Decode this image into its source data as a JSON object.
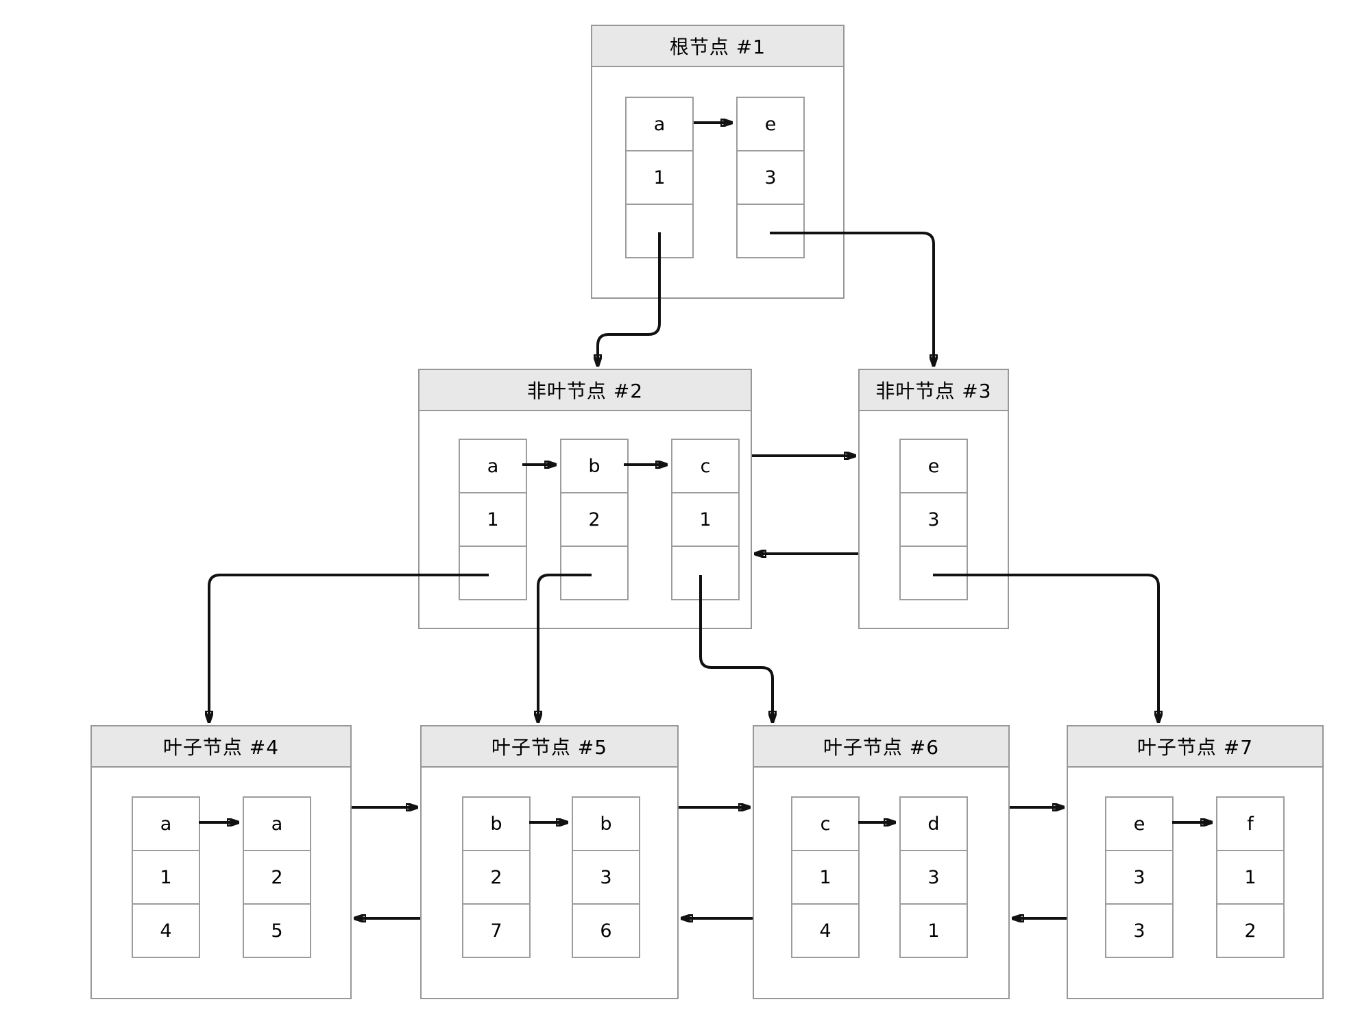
{
  "diagram": {
    "type": "bplus-tree",
    "colors": {
      "title_bar": "#e8e8e8",
      "box_border": "#979797",
      "cell_border": "#9c9c9c",
      "arrow": "#111111",
      "background": "#ffffff"
    },
    "nodes": [
      {
        "id": "root-1",
        "title": "根节点 #1",
        "entries": [
          {
            "key": "a",
            "value": "1",
            "pointer": ""
          },
          {
            "key": "e",
            "value": "3",
            "pointer": ""
          }
        ]
      },
      {
        "id": "nonleaf-2",
        "title": "非叶节点 #2",
        "entries": [
          {
            "key": "a",
            "value": "1",
            "pointer": ""
          },
          {
            "key": "b",
            "value": "2",
            "pointer": ""
          },
          {
            "key": "c",
            "value": "1",
            "pointer": ""
          }
        ]
      },
      {
        "id": "nonleaf-3",
        "title": "非叶节点 #3",
        "entries": [
          {
            "key": "e",
            "value": "3",
            "pointer": ""
          }
        ]
      },
      {
        "id": "leaf-4",
        "title": "叶子节点 #4",
        "entries": [
          {
            "key": "a",
            "value": "1",
            "pointer": "4"
          },
          {
            "key": "a",
            "value": "2",
            "pointer": "5"
          }
        ]
      },
      {
        "id": "leaf-5",
        "title": "叶子节点 #5",
        "entries": [
          {
            "key": "b",
            "value": "2",
            "pointer": "7"
          },
          {
            "key": "b",
            "value": "3",
            "pointer": "6"
          }
        ]
      },
      {
        "id": "leaf-6",
        "title": "叶子节点 #6",
        "entries": [
          {
            "key": "c",
            "value": "1",
            "pointer": "4"
          },
          {
            "key": "d",
            "value": "3",
            "pointer": "1"
          }
        ]
      },
      {
        "id": "leaf-7",
        "title": "叶子节点 #7",
        "entries": [
          {
            "key": "e",
            "value": "3",
            "pointer": "3"
          },
          {
            "key": "f",
            "value": "1",
            "pointer": "2"
          }
        ]
      }
    ],
    "links": [
      "root-1.a -> nonleaf-2",
      "root-1.e -> nonleaf-3",
      "nonleaf-2.a -> leaf-4",
      "nonleaf-2.b -> leaf-5",
      "nonleaf-2.c -> leaf-6",
      "nonleaf-3.e -> leaf-7",
      "nonleaf-2 <-> nonleaf-3",
      "leaf-4 <-> leaf-5",
      "leaf-5 <-> leaf-6",
      "leaf-6 <-> leaf-7"
    ]
  }
}
